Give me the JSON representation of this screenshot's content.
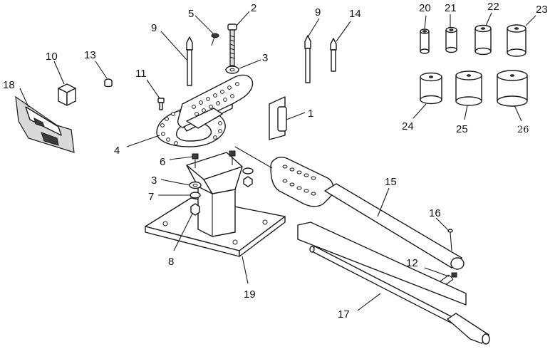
{
  "callouts": {
    "p1": "1",
    "p2": "2",
    "p3a": "3",
    "p3b": "3",
    "p4": "4",
    "p5": "5",
    "p6": "6",
    "p7": "7",
    "p8": "8",
    "p9a": "9",
    "p9b": "9",
    "p10": "10",
    "p11": "11",
    "p12": "12",
    "p13": "13",
    "p14": "14",
    "p15": "15",
    "p16": "16",
    "p17": "17",
    "p18": "18",
    "p19": "19",
    "p20": "20",
    "p21": "21",
    "p22": "22",
    "p23": "23",
    "p24": "24",
    "p25": "25",
    "p26": "26"
  }
}
